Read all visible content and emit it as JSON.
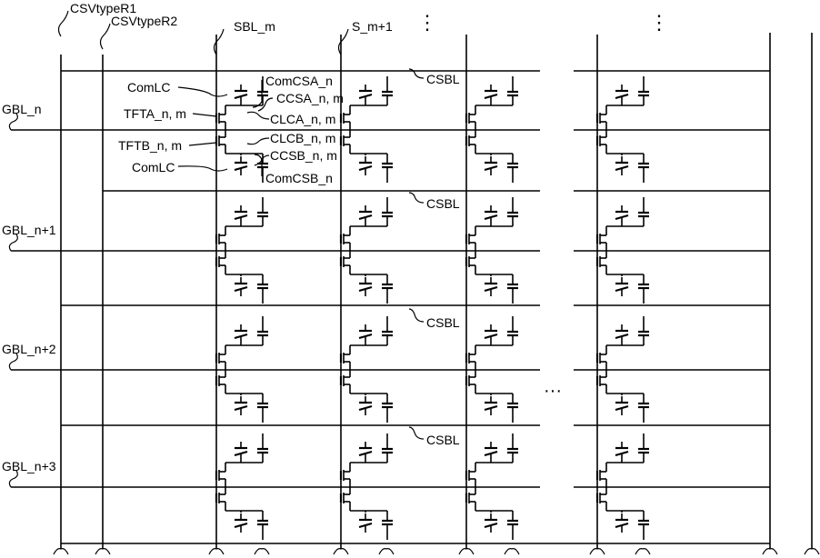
{
  "labels": {
    "csv_type_r1": "CSVtypeR1",
    "csv_type_r2": "CSVtypeR2",
    "sbl_m": "SBL_m",
    "s_m1": "S_m+1",
    "com_lc_top": "ComLC",
    "com_lc_bottom": "ComLC",
    "tfta": "TFTA_n, m",
    "tftb": "TFTB_n, m",
    "com_csa": "ComCSA_n",
    "ccsa": "CCSA_n, m",
    "clca": "CLCA_n, m",
    "clcb": "CLCB_n, m",
    "ccsb": "CCSB_n, m",
    "com_csb": "ComCSB_n",
    "csbl_1": "CSBL",
    "csbl_2": "CSBL",
    "csbl_3": "CSBL",
    "csbl_4": "CSBL",
    "gbl_n": "GBL_n",
    "gbl_n1": "GBL_n+1",
    "gbl_n2": "GBL_n+2",
    "gbl_n3": "GBL_n+3",
    "vdots_1": "⋮",
    "vdots_2": "⋮",
    "hdots": "···"
  }
}
